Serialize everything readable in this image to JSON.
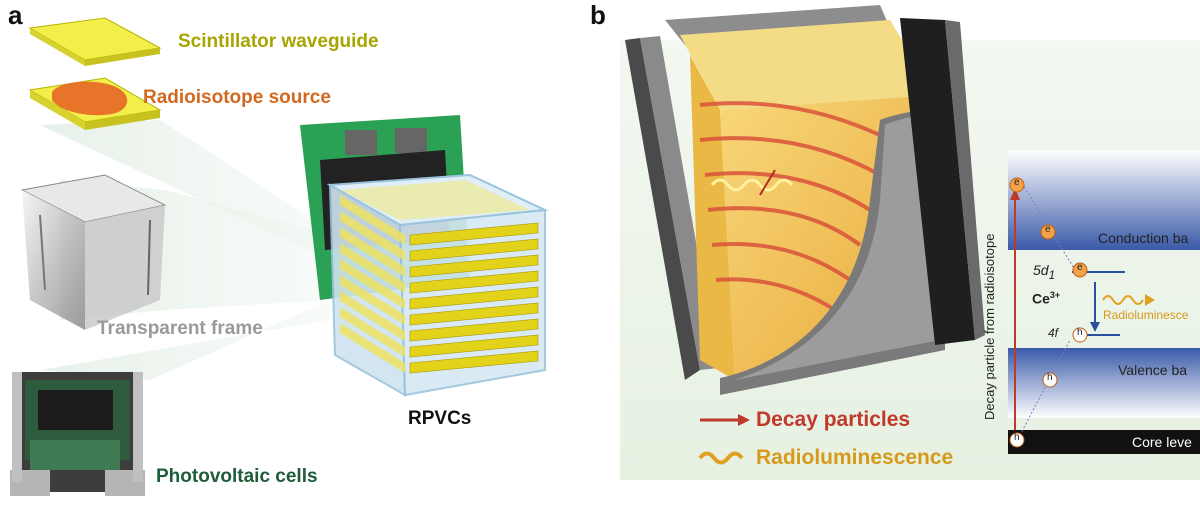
{
  "panel_a": {
    "letter": "a",
    "labels": {
      "scintillator": "Scintillator waveguide",
      "source": "Radioisotope source",
      "frame": "Transparent frame",
      "rpvcs": "RPVCs",
      "pv": "Photovoltaic cells"
    },
    "colors": {
      "scintillator": "#b3b300",
      "source": "#d2691e",
      "frame": "#999999",
      "pv": "#1f5c3a"
    }
  },
  "panel_b": {
    "letter": "b",
    "legend": {
      "decay": "Decay particles",
      "radiolum": "Radioluminescence"
    },
    "energy": {
      "axis_label": "Decay particle from radioisotope",
      "conduction": "Conduction ba",
      "valence": "Valence ba",
      "core": "Core leve",
      "level_5d": "5d",
      "level_5d_sub": "1",
      "level_4f": "4f",
      "ion": "Ce",
      "ion_sup": "3+",
      "radiolum_small": "Radioluminesce",
      "electron": "e",
      "hole": "h"
    },
    "colors": {
      "decay": "#c0392b",
      "radiolum": "#e0a020"
    }
  }
}
